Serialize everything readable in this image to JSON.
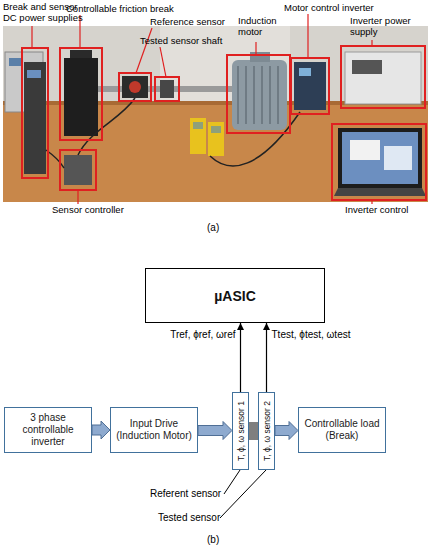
{
  "diagram": {
    "nodes": [
      {
        "text": [
          "µASIC"
        ]
      },
      {
        "text": [
          "3 phase controllable inverter"
        ]
      },
      {
        "text": [
          "Input Drive (Induction Motor)"
        ]
      },
      {
        "text": [
          "T, ϕ, ω sensor 1"
        ]
      },
      {
        "text": [
          "T, ϕ, ω sensor 2"
        ]
      },
      {
        "text": [
          "Controllable load (Break)"
        ]
      }
    ],
    "edges": [
      {
        "from": 3,
        "to": 0,
        "arrow": "to",
        "label": "Tref, ϕref, ωref"
      },
      {
        "from": 4,
        "to": 0,
        "arrow": "to",
        "label": "Ttest, ϕtest, ωtest"
      },
      {
        "from": 1,
        "to": 2,
        "arrow": "to"
      },
      {
        "from": 2,
        "to": 3,
        "arrow": "to"
      },
      {
        "from": 3,
        "to": 4,
        "arrow": "none"
      },
      {
        "from": 4,
        "to": 5,
        "arrow": "to"
      }
    ],
    "labels": [
      "Break and sensor DC power supplies",
      "Controllable friction break",
      "Reference sensor",
      "Tested sensor shaft",
      "Induction motor",
      "Motor control inverter",
      "Inverter power supply",
      "Sensor controller",
      "Inverter control",
      "(a)",
      "Referent sensor",
      "Tested sensor",
      "(b)"
    ]
  }
}
